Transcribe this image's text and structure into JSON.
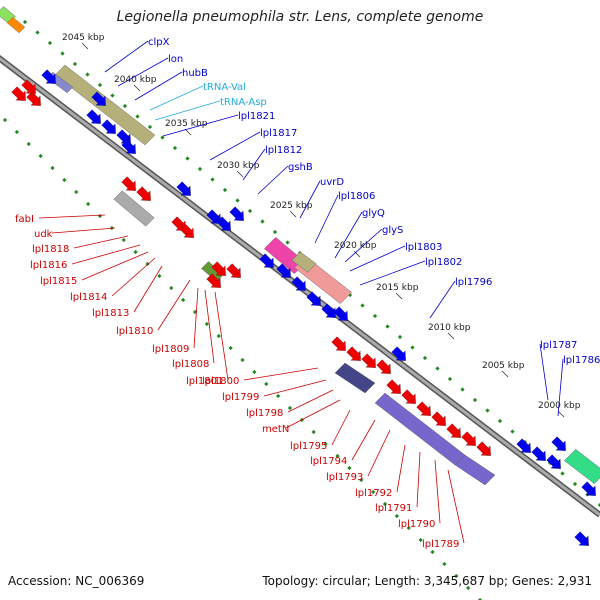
{
  "title": "Legionella pneumophila str. Lens, complete genome",
  "footer": {
    "accession_label": "Accession:",
    "accession": "NC_006369",
    "topology_text": "Topology: circular; Length: 3,345,687 bp; Genes: 2,931"
  },
  "colors": {
    "forward_label": "#0000cc",
    "reverse_label": "#cc0000",
    "rna_label": "#22aadd",
    "backbone": "#888888",
    "tick": "#228822",
    "cds_forward": "#0000ee",
    "cds_reverse": "#ee0000"
  },
  "kbp_ticks": [
    "2045 kbp",
    "2040 kbp",
    "2035 kbp",
    "2030 kbp",
    "2025 kbp",
    "2020 kbp",
    "2015 kbp",
    "2010 kbp",
    "2005 kbp",
    "2000 kbp"
  ],
  "forward_labels": [
    "clpX",
    "lon",
    "hubB",
    "tRNA-Val",
    "tRNA-Asp",
    "lpl1821",
    "lpl1817",
    "lpl1812",
    "gshB",
    "uvrD",
    "lpl1806",
    "glyQ",
    "glyS",
    "lpl1803",
    "lpl1802",
    "lpl1796",
    "lpl1787",
    "lpl1786"
  ],
  "reverse_labels": [
    "fabI",
    "udk",
    "lpl1818",
    "lpl1816",
    "lpl1815",
    "lpl1814",
    "lpl1813",
    "lpl1810",
    "lpl1809",
    "lpl1808",
    "lpl1801",
    "lpl1800",
    "lpl1799",
    "lpl1798",
    "metN",
    "lpl1795",
    "lpl1794",
    "lpl1793",
    "lpl1792",
    "lpl1791",
    "lpl1790",
    "lpl1789"
  ]
}
